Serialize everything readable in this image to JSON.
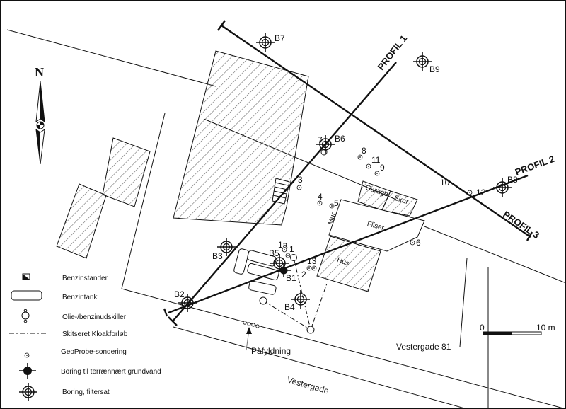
{
  "profiles": [
    "PROFIL 1",
    "PROFIL 2",
    "PROFIL 3"
  ],
  "borings": [
    "B1",
    "B2",
    "B3",
    "B4",
    "B5",
    "B6",
    "B7",
    "B8",
    "B9"
  ],
  "geoprobes": [
    "1a",
    "1",
    "2",
    "3",
    "4",
    "5",
    "6",
    "7",
    "8",
    "9",
    "10",
    "11",
    "12",
    "13"
  ],
  "buildings": {
    "garage": "Garage",
    "skur": "Skur",
    "fliser": "Fliser",
    "hus": "Hus",
    "mur": "Mur"
  },
  "north": "N",
  "scale": {
    "start": "0",
    "end": "10 m"
  },
  "streets": {
    "road": "Vestergade",
    "address": "Vestergade 81"
  },
  "filling_label": "Påfyldning",
  "legend": [
    {
      "icon": "petrol-pump-icon",
      "label": "Benzinstander"
    },
    {
      "icon": "petrol-tank-icon",
      "label": "Benzintank"
    },
    {
      "icon": "separator-icon",
      "label": "Olie-/benzinudskiller"
    },
    {
      "icon": "dash-dot-line-icon",
      "label": "Skitseret Kloakforløb"
    },
    {
      "icon": "geoprobe-icon",
      "label": "GeoProbe-sondering"
    },
    {
      "icon": "boring-shallow-icon",
      "label": "Boring til terrænnært grundvand"
    },
    {
      "icon": "boring-filter-icon",
      "label": "Boring, filtersat"
    }
  ]
}
